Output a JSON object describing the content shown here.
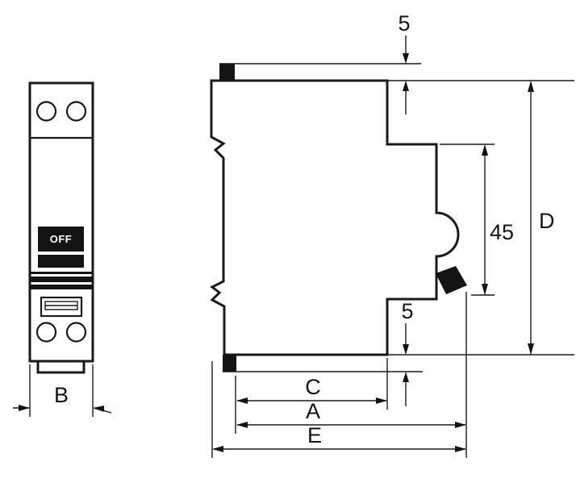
{
  "drawing": {
    "front_view": {
      "switch_label": "OFF",
      "dims": {
        "width": "B"
      }
    },
    "side_view": {
      "dims": {
        "top_clearance": "5",
        "handle_zone": "45",
        "overall_height": "D",
        "bottom_clearance": "5",
        "depth_c": "C",
        "depth_a": "A",
        "depth_e": "E"
      }
    },
    "colors": {
      "line": "#141414",
      "background": "#ffffff"
    }
  }
}
